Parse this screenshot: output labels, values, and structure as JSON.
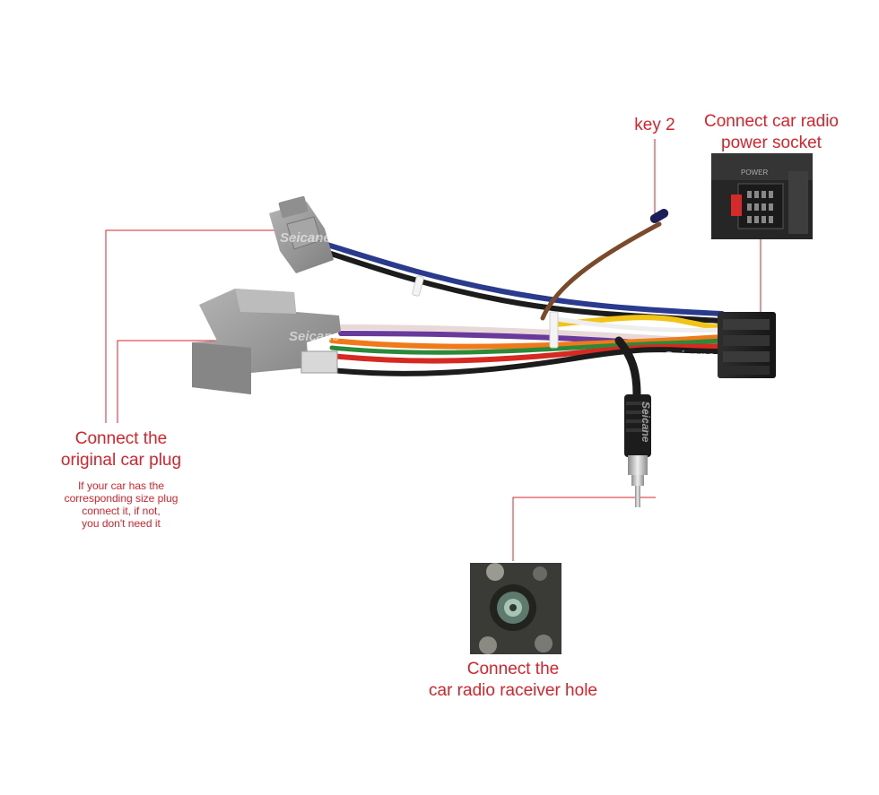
{
  "labels": {
    "key2": "key 2",
    "power_socket_line1": "Connect car radio",
    "power_socket_line2": "power socket",
    "original_plug_line1": "Connect the",
    "original_plug_line2": "original car plug",
    "original_plug_note_line1": "If your car has the",
    "original_plug_note_line2": "corresponding size plug",
    "original_plug_note_line3": "connect it, if not,",
    "original_plug_note_line4": "you don't need it",
    "receiver_hole_line1": "Connect the",
    "receiver_hole_line2": "car radio raceiver hole",
    "power_photo_text": "POWER"
  },
  "watermarks": [
    "Seicane",
    "Seicane",
    "Seicane",
    "Seicane"
  ],
  "colors": {
    "annotation": "#d9232b",
    "connector_grey": "#9a9a9a",
    "connector_black": "#1e1e1e",
    "wire_yellow": "#f2c417",
    "wire_blue": "#2a3a8c",
    "wire_orange": "#f07a1a",
    "wire_red": "#d42a22",
    "wire_green": "#2a8a3a",
    "wire_brown": "#7a4a2a",
    "wire_purple": "#6a3a9a",
    "wire_black": "#1c1c1c",
    "wire_white": "#e8e8e8"
  }
}
